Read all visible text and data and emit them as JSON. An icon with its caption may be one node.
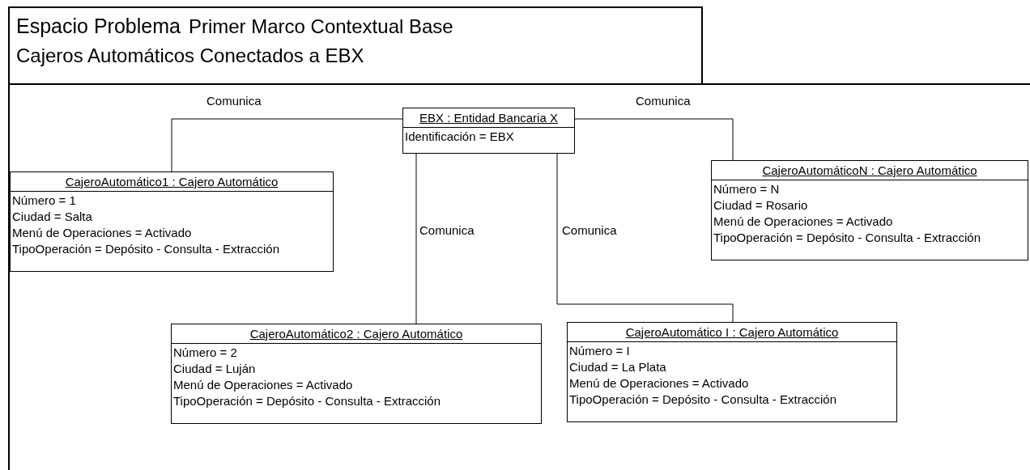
{
  "diagram": {
    "nodes": [
      {
        "text": [
          "Espacio Problema",
          "Primer Marco Contextual Base",
          "Cajeros Automáticos Conectados a EBX"
        ]
      },
      {
        "text": [
          "EBX : Entidad Bancaria X",
          "Identificación = EBX"
        ]
      },
      {
        "text": [
          "CajeroAutomático1 : Cajero Automático",
          "Número = 1",
          "Ciudad = Salta",
          "Menú de Operaciones = Activado",
          "TipoOperación = Depósito - Consulta - Extracción"
        ]
      },
      {
        "text": [
          "CajeroAutomáticoN : Cajero Automático",
          "Número = N",
          "Ciudad = Rosario",
          "Menú de Operaciones = Activado",
          "TipoOperación = Depósito - Consulta - Extracción"
        ]
      },
      {
        "text": [
          "CajeroAutomático2 : Cajero Automático",
          "Número = 2",
          "Ciudad = Luján",
          "Menú de Operaciones = Activado",
          "TipoOperación = Depósito - Consulta - Extracción"
        ]
      },
      {
        "text": [
          "CajeroAutomático I : Cajero Automático",
          "Número = I",
          "Ciudad = La Plata",
          "Menú de Operaciones = Activado",
          "TipoOperación = Depósito - Consulta - Extracción"
        ]
      }
    ],
    "edges": [
      {
        "from": 1,
        "to": 2,
        "arrow": "none",
        "label": "Comunica"
      },
      {
        "from": 1,
        "to": 3,
        "arrow": "none",
        "label": "Comunica"
      },
      {
        "from": 1,
        "to": 4,
        "arrow": "none",
        "label": "Comunica"
      },
      {
        "from": 1,
        "to": 5,
        "arrow": "none",
        "label": "Comunica"
      }
    ]
  }
}
